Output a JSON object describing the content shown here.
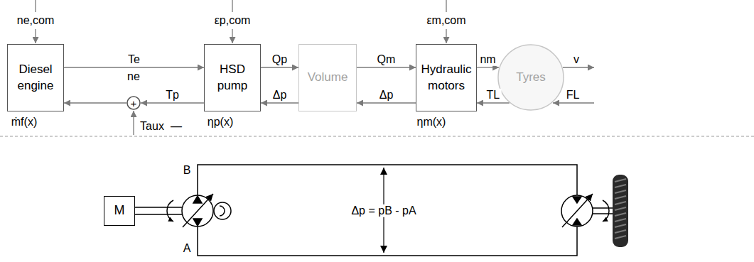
{
  "diagram": {
    "nodes": [
      {
        "text": [
          "Diesel engine"
        ]
      },
      {
        "text": [
          "+"
        ]
      },
      {
        "text": [
          "HSD pump"
        ]
      },
      {
        "text": [
          "Volume"
        ]
      },
      {
        "text": [
          "Hydraulic motors"
        ]
      },
      {
        "text": [
          "Tyres"
        ]
      },
      {
        "text": [
          "M"
        ]
      }
    ],
    "edges": [
      {
        "from": 0,
        "to": 2,
        "arrow": "to",
        "label": "Te"
      },
      {
        "from": 2,
        "to": 1,
        "arrow": "to",
        "label": "Tp"
      },
      {
        "from": 1,
        "to": 0,
        "arrow": "to"
      },
      {
        "from": 2,
        "to": 3,
        "arrow": "to",
        "label": "Qp"
      },
      {
        "from": 3,
        "to": 2,
        "arrow": "to",
        "label": "Δp"
      },
      {
        "from": 3,
        "to": 4,
        "arrow": "to",
        "label": "Qm"
      },
      {
        "from": 4,
        "to": 3,
        "arrow": "to",
        "label": "Δp"
      },
      {
        "from": 4,
        "to": 5,
        "arrow": "to",
        "label": "nm"
      },
      {
        "from": 5,
        "to": 4,
        "arrow": "to",
        "label": "TL"
      }
    ],
    "labels": [
      "ne,com",
      "εp,com",
      "εm,com",
      "ne",
      "Taux",
      "—",
      "ṁf(x)",
      "ηp(x)",
      "ηm(x)",
      "v",
      "FL",
      "B",
      "A",
      "Δp = pB - pA"
    ]
  }
}
